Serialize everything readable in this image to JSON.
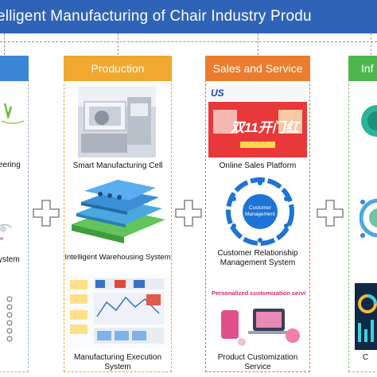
{
  "title": "elligent Manufacturing of Chair Industry Produ",
  "columns": {
    "production": "Production",
    "sales": "Sales and Service",
    "info": "Inf"
  },
  "captions": {
    "design_1": "eering",
    "design_2": "ystem",
    "prod_1": "Smart Manufacturing Cell",
    "prod_2": "Intelligent Warehousing System",
    "prod_3a": "Manufacturing Execution",
    "prod_3b": "System",
    "sales_1": "Online Sales Platform",
    "sales_2a": "Customer Relationship",
    "sales_2b": "Management System",
    "sales_3a": "Product Customization",
    "sales_3b": "Service",
    "info_3": "C"
  },
  "images": {
    "sales_banner_logo": "US",
    "sales_banner_text": "双11开门红",
    "crm_center": "Customer Management",
    "custom_banner": "Personalized customization service"
  },
  "colors": {
    "title": "#2e63b8",
    "design": "#3a85d6",
    "production": "#f0a830",
    "sales": "#ea7d2e",
    "info": "#4cb84c"
  }
}
